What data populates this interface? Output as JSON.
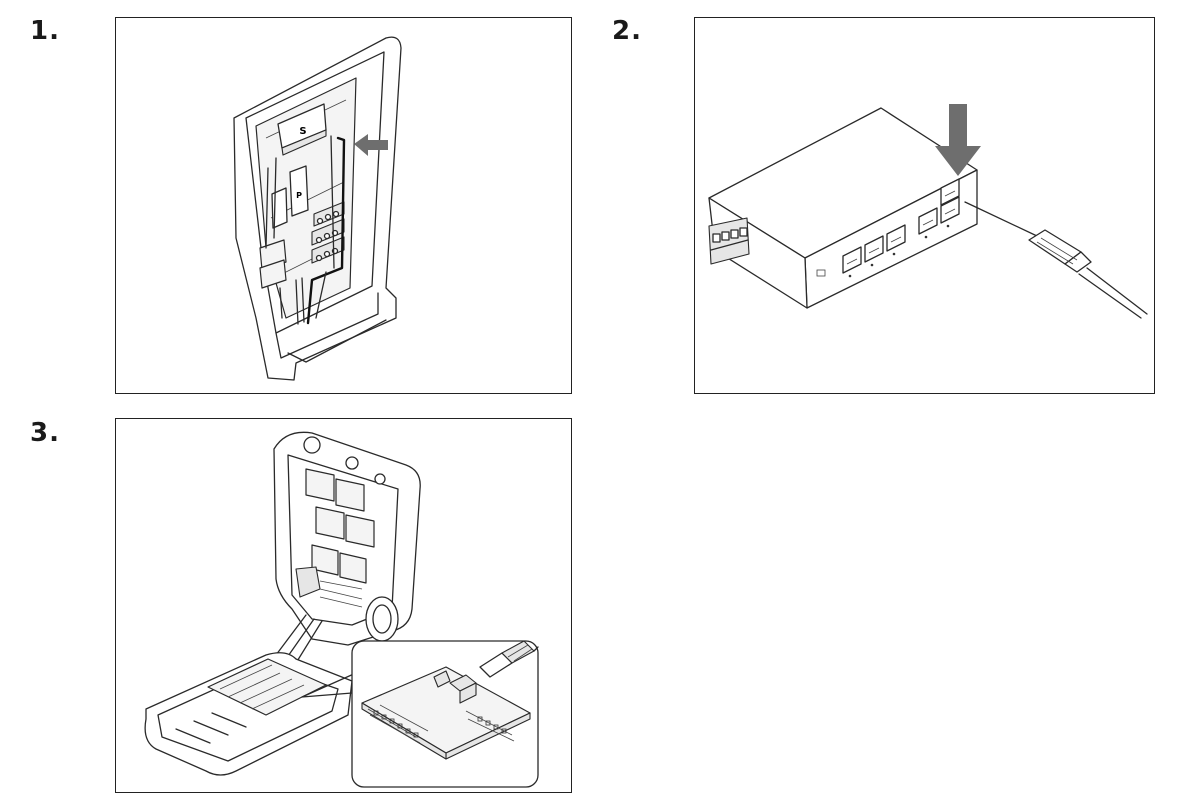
{
  "steps": [
    {
      "number": "1.",
      "label_s": "S",
      "label_p": "P"
    },
    {
      "number": "2."
    },
    {
      "number": "3."
    }
  ],
  "icons": {
    "arrow_color": "#6e6e6e",
    "cable_color": "#111111"
  }
}
